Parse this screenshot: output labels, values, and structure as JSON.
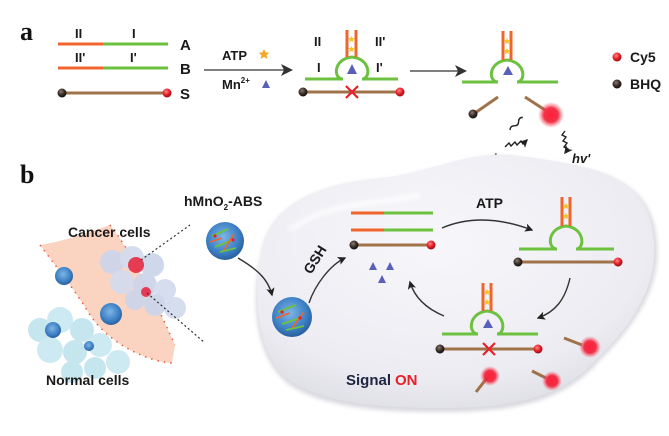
{
  "figure": {
    "panel_a": {
      "label": "a",
      "strand_labels": {
        "A": "A",
        "B": "B",
        "S": "S"
      },
      "domain_labels_A": [
        "II",
        "I"
      ],
      "domain_labels_B": [
        "II'",
        "I'"
      ],
      "reagents": {
        "atp": "ATP",
        "mn": "Mn",
        "mn_sup": "2+"
      },
      "complex_labels": {
        "II": "II",
        "II_prime": "II'",
        "I": "I",
        "I_prime": "I'"
      },
      "photons": {
        "excite": "hv",
        "emit": "hv'"
      },
      "legend": [
        {
          "name": "Cy5",
          "color": "#e8202a"
        },
        {
          "name": "BHQ",
          "color": "#3a2e28"
        }
      ]
    },
    "panel_b": {
      "label": "b",
      "nanoparticle_label": "hMnO",
      "nanoparticle_sub": "2",
      "nanoparticle_suffix": "-ABS",
      "cancer_cells": "Cancer cells",
      "normal_cells": "Normal cells",
      "gsh": "GSH",
      "atp": "ATP",
      "signal": "Signal",
      "signal_state": "ON"
    },
    "colors": {
      "domain_II": "#f0652d",
      "domain_I": "#6cc23f",
      "substrate": "#a0724a",
      "mn_ion": "#5a5fb8",
      "atp_star": "#f5a623",
      "cy5": "#e8202a",
      "bhq": "#3a2e28",
      "cleave_x": "#e8202a",
      "signal_on": "#e8202a"
    }
  }
}
